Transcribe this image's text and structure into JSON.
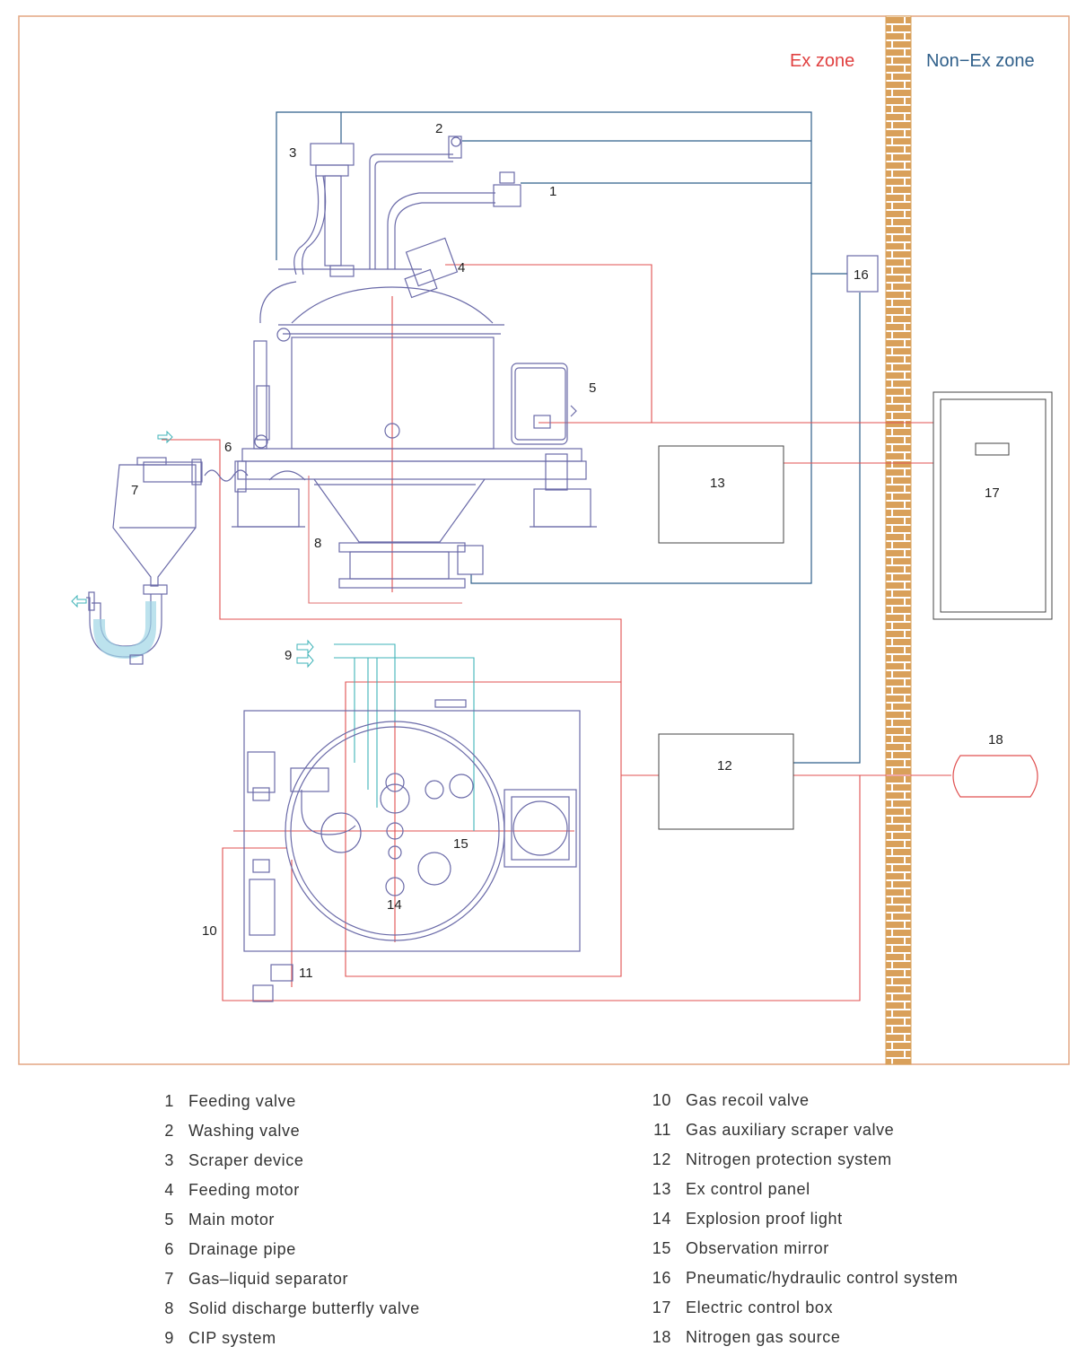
{
  "zones": {
    "ex": "Ex zone",
    "non_ex": "Non−Ex zone"
  },
  "colors": {
    "frame": "#e3a682",
    "red_line": "#e05050",
    "blue_line": "#2f5f8a",
    "cyan_line": "#3fb3b8",
    "equip": "#6a6aa8",
    "brick": "#d9a05a",
    "liquid": "#9fd6e6"
  },
  "callouts": {
    "c1": "1",
    "c2": "2",
    "c3": "3",
    "c4": "4",
    "c5": "5",
    "c6": "6",
    "c7": "7",
    "c8": "8",
    "c9": "9",
    "c10": "10",
    "c11": "11",
    "c12": "12",
    "c13": "13",
    "c14": "14",
    "c15": "15",
    "c16": "16",
    "c17": "17",
    "c18": "18"
  },
  "legend": [
    {
      "num": "1",
      "label": "Feeding valve"
    },
    {
      "num": "2",
      "label": "Washing valve"
    },
    {
      "num": "3",
      "label": "Scraper  device"
    },
    {
      "num": "4",
      "label": "Feeding motor"
    },
    {
      "num": "5",
      "label": "Main motor"
    },
    {
      "num": "6",
      "label": "Drainage pipe"
    },
    {
      "num": "7",
      "label": "Gas–liquid separator"
    },
    {
      "num": "8",
      "label": "Solid discharge butterfly valve"
    },
    {
      "num": "9",
      "label": "CIP system"
    },
    {
      "num": "10",
      "label": "Gas recoil valve"
    },
    {
      "num": "11",
      "label": "Gas auxiliary scraper valve"
    },
    {
      "num": "12",
      "label": "Nitrogen protection system"
    },
    {
      "num": "13",
      "label": "Ex control panel"
    },
    {
      "num": "14",
      "label": "Explosion proof light"
    },
    {
      "num": "15",
      "label": "Observation mirror"
    },
    {
      "num": "16",
      "label": "Pneumatic/hydraulic control system"
    },
    {
      "num": "17",
      "label": "Electric control box"
    },
    {
      "num": "18",
      "label": "Nitrogen gas source"
    }
  ]
}
